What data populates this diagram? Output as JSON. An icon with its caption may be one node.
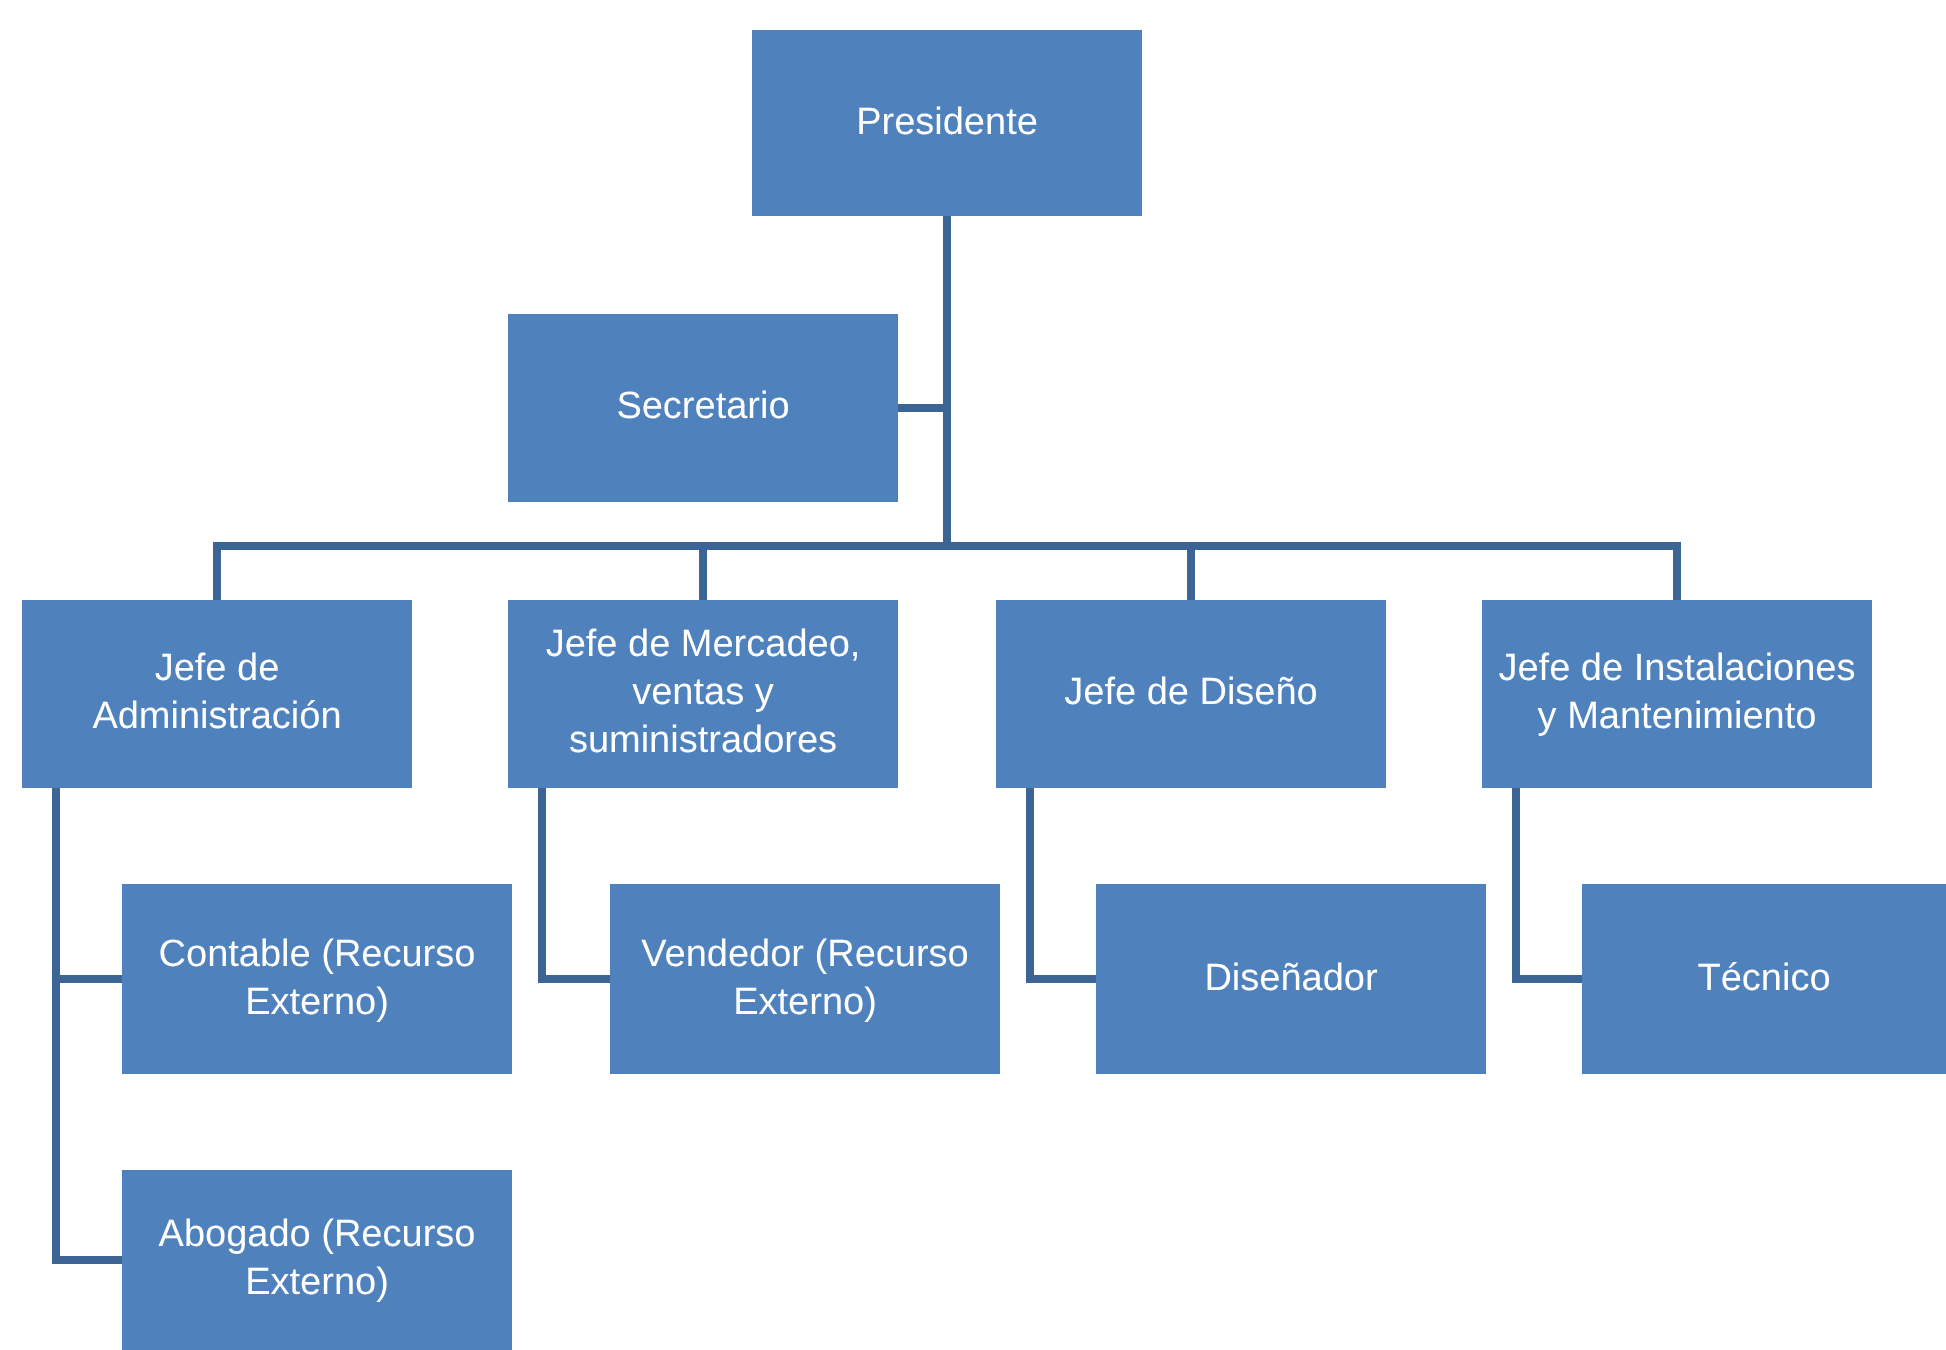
{
  "diagram": {
    "nodes": [
      {
        "text": [
          "Presidente"
        ]
      },
      {
        "text": [
          "Secretario"
        ]
      },
      {
        "text": [
          "Jefe de Administración"
        ]
      },
      {
        "text": [
          "Jefe de Mercadeo, ventas y suministradores"
        ]
      },
      {
        "text": [
          "Jefe de Diseño"
        ]
      },
      {
        "text": [
          "Jefe de Instalaciones y Mantenimiento"
        ]
      },
      {
        "text": [
          "Contable (Recurso Externo)"
        ]
      },
      {
        "text": [
          "Abogado (Recurso Externo)"
        ]
      },
      {
        "text": [
          "Vendedor (Recurso Externo)"
        ]
      },
      {
        "text": [
          "Diseñador"
        ]
      },
      {
        "text": [
          "Técnico"
        ]
      }
    ],
    "edges": [
      {
        "from": 0,
        "to": 1,
        "arrow": "none"
      },
      {
        "from": 0,
        "to": 2,
        "arrow": "none"
      },
      {
        "from": 0,
        "to": 3,
        "arrow": "none"
      },
      {
        "from": 0,
        "to": 4,
        "arrow": "none"
      },
      {
        "from": 0,
        "to": 5,
        "arrow": "none"
      },
      {
        "from": 2,
        "to": 6,
        "arrow": "none"
      },
      {
        "from": 2,
        "to": 7,
        "arrow": "none"
      },
      {
        "from": 3,
        "to": 8,
        "arrow": "none"
      },
      {
        "from": 4,
        "to": 9,
        "arrow": "none"
      },
      {
        "from": 5,
        "to": 10,
        "arrow": "none"
      }
    ]
  }
}
